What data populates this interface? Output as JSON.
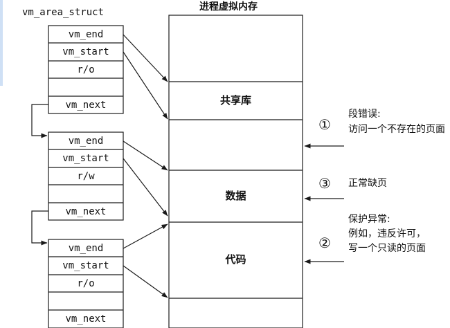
{
  "struct_title": "vm_area_struct",
  "vm_title": "进程虚拟内存",
  "structs": [
    {
      "fields": [
        "vm_end",
        "vm_start",
        "r/o",
        "",
        "vm_next"
      ]
    },
    {
      "fields": [
        "vm_end",
        "vm_start",
        "r/w",
        "",
        "vm_next"
      ]
    },
    {
      "fields": [
        "vm_end",
        "vm_start",
        "r/o",
        "",
        "vm_next"
      ]
    }
  ],
  "regions": [
    {
      "label": ""
    },
    {
      "label": "共享库"
    },
    {
      "label": ""
    },
    {
      "label": "数据"
    },
    {
      "label": "代码"
    },
    {
      "label": ""
    }
  ],
  "annotations": [
    {
      "number": "①",
      "lines": [
        "段错误:",
        "访问一个不存在的页面"
      ]
    },
    {
      "number": "③",
      "lines": [
        "正常缺页"
      ]
    },
    {
      "number": "②",
      "lines": [
        "保护异常:",
        "例如，违反许可，",
        "写一个只读的页面"
      ]
    }
  ],
  "colors": {
    "line": "#1a1a1a",
    "text": "#111111"
  }
}
